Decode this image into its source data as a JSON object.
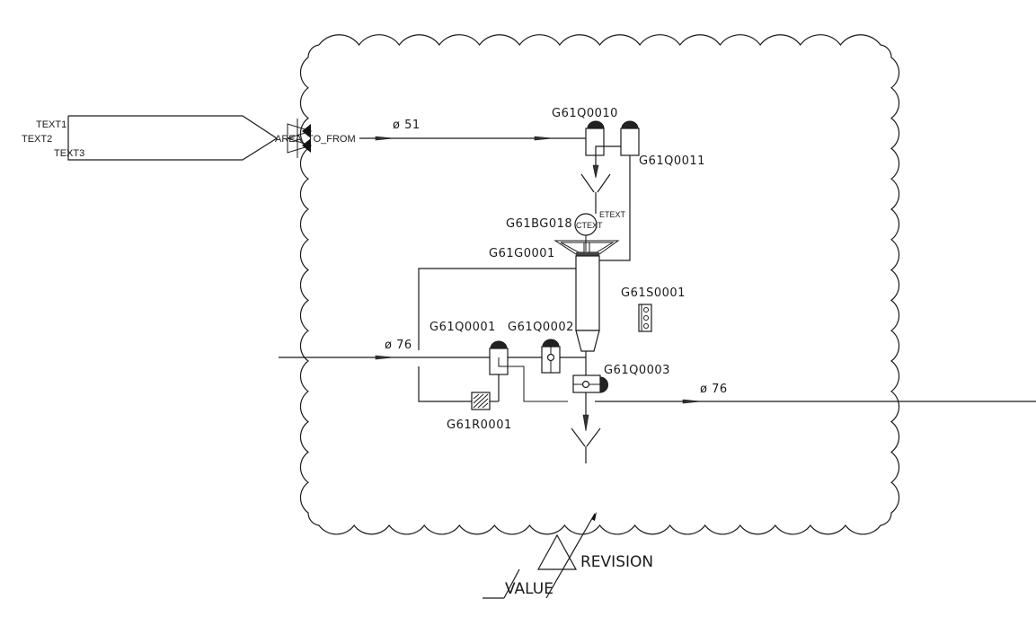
{
  "diagram": {
    "type": "piping-and-instrumentation",
    "colors": {
      "line": "#1a1a1a",
      "background": "#ffffff",
      "fill_dark": "#222222"
    },
    "offpage_connector": {
      "labels": [
        "TEXT1",
        "TEXT2",
        "TEXT3"
      ],
      "area_label": "AREA_TO_FROM"
    },
    "pipes": {
      "inlet_top_size": "ø 51",
      "inlet_mid_size": "ø 76",
      "outlet_size": "ø 76"
    },
    "components": {
      "valve_q0010": "G61Q0010",
      "valve_q0011": "G61Q0011",
      "instrument_bg018": "G61BG018",
      "instrument_bubble_text": "CTEXT",
      "instrument_extra_text": "ETEXT",
      "vessel_g0001": "G61G0001",
      "sensor_s0001": "G61S0001",
      "valve_q0001": "G61Q0001",
      "valve_q0002": "G61Q0002",
      "valve_q0003": "G61Q0003",
      "restrictor_r0001": "G61R0001"
    },
    "revision": {
      "label": "REVISION",
      "value": "VALUE"
    }
  }
}
